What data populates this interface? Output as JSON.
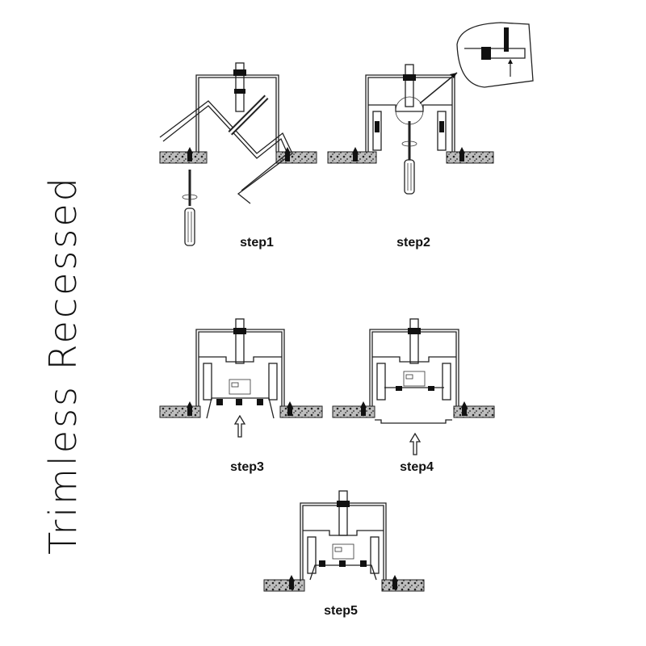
{
  "title": "Trimless Recessed",
  "steps": [
    {
      "label": "step1"
    },
    {
      "label": "step2"
    },
    {
      "label": "step3"
    },
    {
      "label": "step4"
    },
    {
      "label": "step5"
    }
  ]
}
